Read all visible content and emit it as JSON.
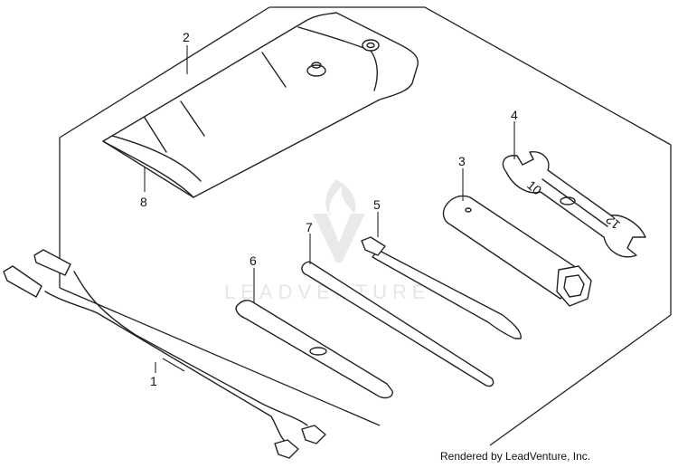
{
  "callouts": [
    {
      "id": "1",
      "label": "1"
    },
    {
      "id": "2",
      "label": "2"
    },
    {
      "id": "3",
      "label": "3"
    },
    {
      "id": "4",
      "label": "4"
    },
    {
      "id": "5",
      "label": "5"
    },
    {
      "id": "6",
      "label": "6"
    },
    {
      "id": "7",
      "label": "7"
    },
    {
      "id": "8",
      "label": "8"
    }
  ],
  "wrench_stamps": {
    "small_end": "10",
    "large_end": "12"
  },
  "watermark": {
    "text": "LEADVENTURE",
    "icon": "flame-v-logo"
  },
  "credit": "Rendered by LeadVenture, Inc."
}
